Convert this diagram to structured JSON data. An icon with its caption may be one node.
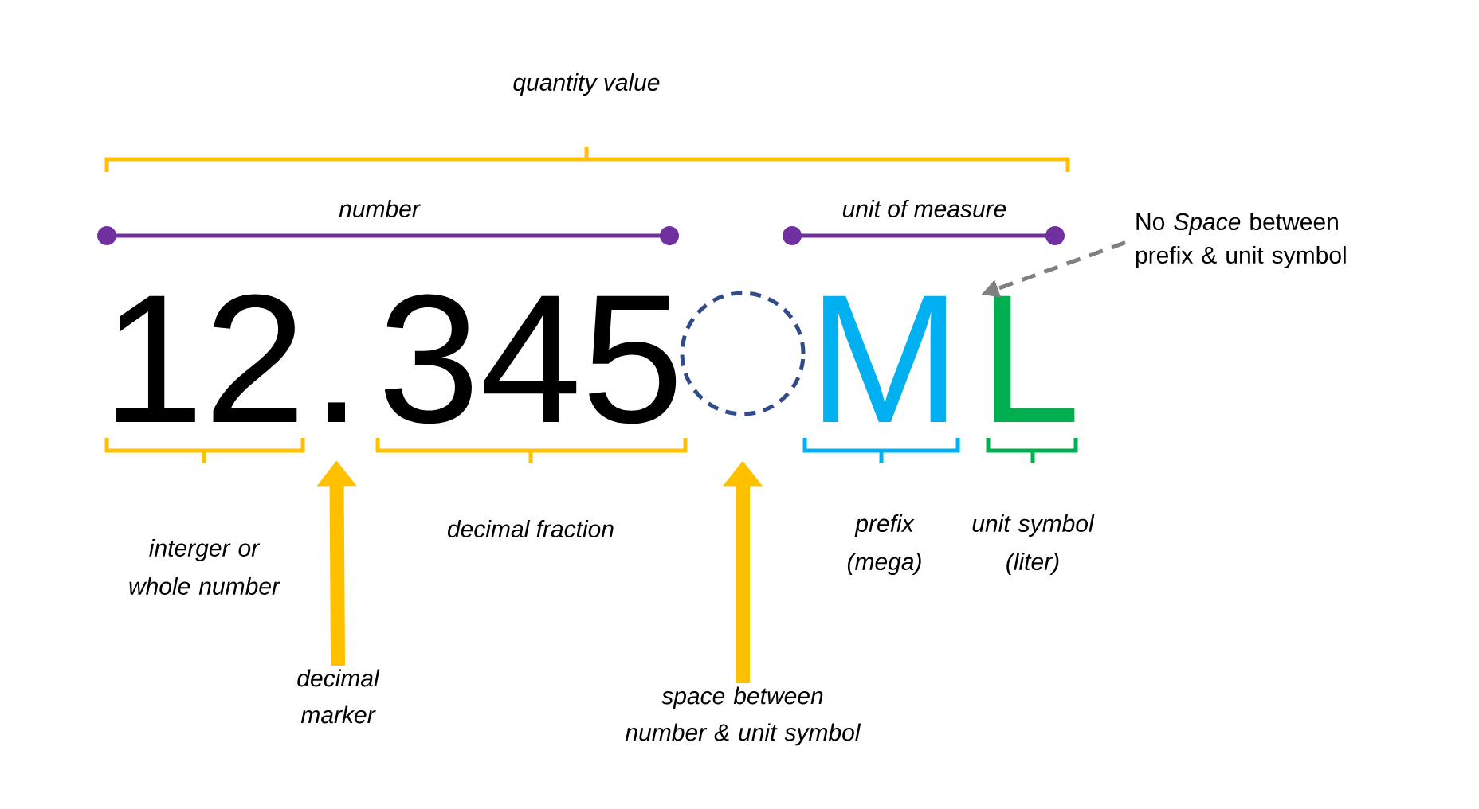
{
  "diagram": {
    "nodes": [
      {
        "text": [
          "12"
        ]
      },
      {
        "text": [
          "."
        ]
      },
      {
        "text": [
          "345"
        ]
      },
      {
        "text": [],
        "shape": "circle"
      },
      {
        "text": [
          "M"
        ]
      },
      {
        "text": [
          "L"
        ]
      },
      {
        "text": [
          "decimal marker"
        ]
      },
      {
        "text": [
          "*space* between number & unit symbol"
        ]
      },
      {
        "text": [
          "No *Space* between prefix & unit symbol"
        ]
      }
    ],
    "edges": [
      {
        "from": 6,
        "to": 1,
        "arrow": "to",
        "color": "#ffc000"
      },
      {
        "from": 7,
        "to": 3,
        "arrow": "to",
        "color": "#ffc000"
      },
      {
        "from": 8,
        "to": 5,
        "arrow": "to",
        "style": "dashed",
        "color": "#808080"
      }
    ],
    "labels": [
      "quantity value",
      "number",
      "unit of measure",
      "interger or whole number",
      "decimal fraction",
      "prefix (mega)",
      "unit symbol (liter)"
    ]
  }
}
